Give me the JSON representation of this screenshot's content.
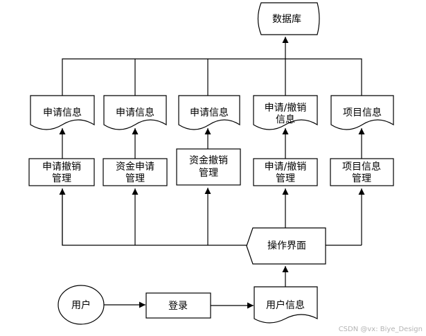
{
  "database": {
    "label": "数据库"
  },
  "documents": [
    {
      "lines": [
        "申请信息"
      ]
    },
    {
      "lines": [
        "申请信息"
      ]
    },
    {
      "lines": [
        "申请信息"
      ]
    },
    {
      "lines": [
        "申请/撤销",
        "信息"
      ]
    },
    {
      "lines": [
        "项目信息"
      ]
    }
  ],
  "processes": [
    {
      "lines": [
        "申请撤销",
        "管理"
      ]
    },
    {
      "lines": [
        "资金申请",
        "管理"
      ]
    },
    {
      "lines": [
        "资金撤销",
        "管理"
      ]
    },
    {
      "lines": [
        "申请/撤销",
        "管理"
      ]
    },
    {
      "lines": [
        "项目信息",
        "管理"
      ]
    }
  ],
  "interface": {
    "label": "操作界面"
  },
  "user": {
    "label": "用户"
  },
  "login": {
    "label": "登录"
  },
  "user_info": {
    "label": "用户信息"
  },
  "watermark": "CSDN @vx: Biye_Design"
}
